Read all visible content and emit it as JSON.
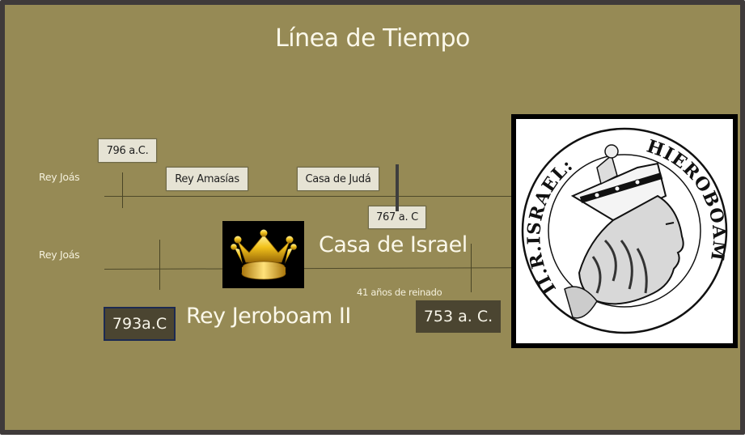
{
  "slide": {
    "title": "Línea de Tiempo",
    "colors": {
      "background": "#968a55",
      "border": "#3f3a3a",
      "light_box": "#e6e3d4",
      "dark_box": "#4b4531",
      "accent_border": "#1c2a52"
    }
  },
  "timeline_juda": {
    "row_label": "Rey Joás",
    "start_date": "796 a.C.",
    "king_label": "Rey Amasías",
    "house_label": "Casa de Judá",
    "end_date": "767 a. C"
  },
  "timeline_israel": {
    "row_label": "Rey Joás",
    "crown_icon": "crown-icon",
    "house_label": "Casa de Israel",
    "reign_note": "41 años de reinado",
    "start_date": "793a.C",
    "king_label": "Rey Jeroboam II",
    "end_date": "753 a. C."
  },
  "portrait": {
    "inscription_left": "II.R.ISRAEL:",
    "inscription_right": "HIEROBOAM",
    "subject": "medallion-portrait-king-jeroboam"
  }
}
